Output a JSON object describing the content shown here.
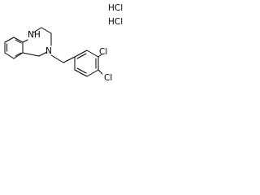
{
  "structure": {
    "salt_labels": [
      "HCl",
      "HCl"
    ],
    "atom_labels": {
      "amine_nh": "NH",
      "hydrogen_on_n": "H",
      "ring_n": "N",
      "chlorine_1": "Cl",
      "chlorine_2": "Cl"
    }
  }
}
